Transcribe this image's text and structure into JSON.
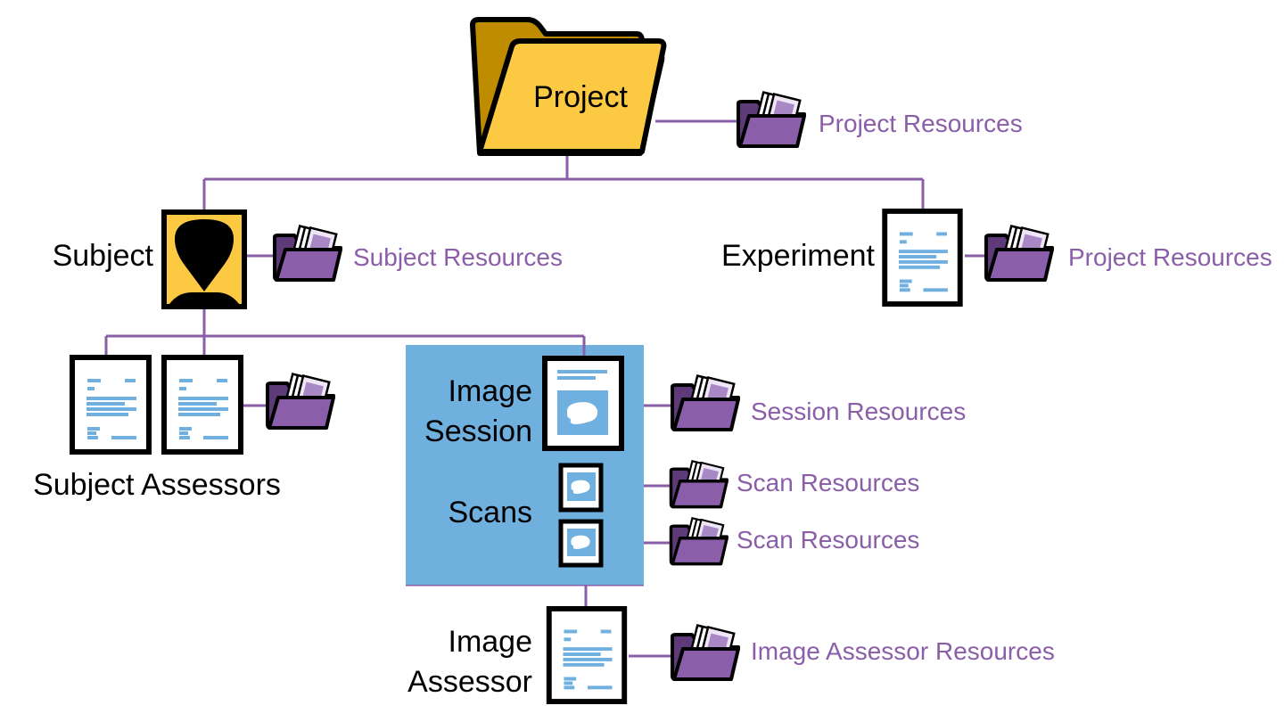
{
  "colors": {
    "connector": "#8a5ea8",
    "project_folder_back": "#bf8c00",
    "project_folder_front": "#fcca42",
    "subject_fill": "#fcca42",
    "resource_folder_back": "#5f3a78",
    "resource_folder_front": "#8a5ea8",
    "resource_paper": "#eee6f5",
    "resource_paper_inner": "#a988c6",
    "doc_line": "#6fb0e0",
    "session_box": "#70b0df",
    "resource_text": "#8a5ea8"
  },
  "nodes": {
    "project": {
      "label": "Project",
      "icon": "folder-icon"
    },
    "subject": {
      "label": "Subject",
      "icon": "person-icon"
    },
    "experiment": {
      "label": "Experiment",
      "icon": "document-icon"
    },
    "subject_assessors": {
      "label": "Subject Assessors",
      "icon": "document-icon",
      "count": 2
    },
    "image_session": {
      "label_line1": "Image",
      "label_line2": "Session",
      "icon": "image-document-icon"
    },
    "scans": {
      "label": "Scans",
      "icon": "scan-icon",
      "count": 2
    },
    "image_assessor": {
      "label_line1": "Image",
      "label_line2": "Assessor",
      "icon": "document-icon"
    }
  },
  "resources": {
    "project": "Project Resources",
    "subject": "Subject Resources",
    "experiment": "Project Resources",
    "subject_assessors": "",
    "session": "Session Resources",
    "scan1": "Scan Resources",
    "scan2": "Scan Resources",
    "image_assessor": "Image Assessor Resources"
  }
}
